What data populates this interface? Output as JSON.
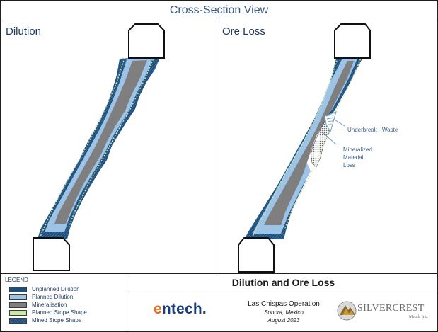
{
  "header": {
    "title": "Cross-Section View"
  },
  "panels": {
    "left_title": "Dilution",
    "right_title": "Ore Loss"
  },
  "annotations": {
    "underbreak": "Underbreak - Waste",
    "mineralized_line1": "Mineralized",
    "mineralized_line2": "Material",
    "mineralized_line3": "Loss"
  },
  "legend": {
    "title": "LEGEND",
    "items": [
      {
        "label": "Unplanned Dilution",
        "color": "#1f4e79"
      },
      {
        "label": "Planned Dilution",
        "color": "#9dc3e6"
      },
      {
        "label": "Mineralisation",
        "color": "#7f7f7f"
      },
      {
        "label": "Planned Stope Shape",
        "color": "#c9e8a8"
      },
      {
        "label": "Mined Stope Shape",
        "color": "#1f4e79"
      }
    ]
  },
  "footer": {
    "title": "Dilution and Ore Loss",
    "operation": "Las Chispas Operation",
    "location": "Sonora, Mexico",
    "date": "August 2023"
  },
  "logos": {
    "entech_e": "e",
    "entech_rest": "ntech.",
    "silvercrest": "SILVERCREST",
    "silvercrest_sub": "Metals Inc."
  },
  "colors": {
    "unplanned_dilution": "#1f4e79",
    "planned_dilution": "#9dc3e6",
    "mineralisation": "#7f7f7f",
    "planned_stope_line": "#c9e8a8",
    "title_blue": "#3a5a84",
    "entech_blue": "#1a3d7c",
    "entech_orange": "#e86a1c"
  }
}
